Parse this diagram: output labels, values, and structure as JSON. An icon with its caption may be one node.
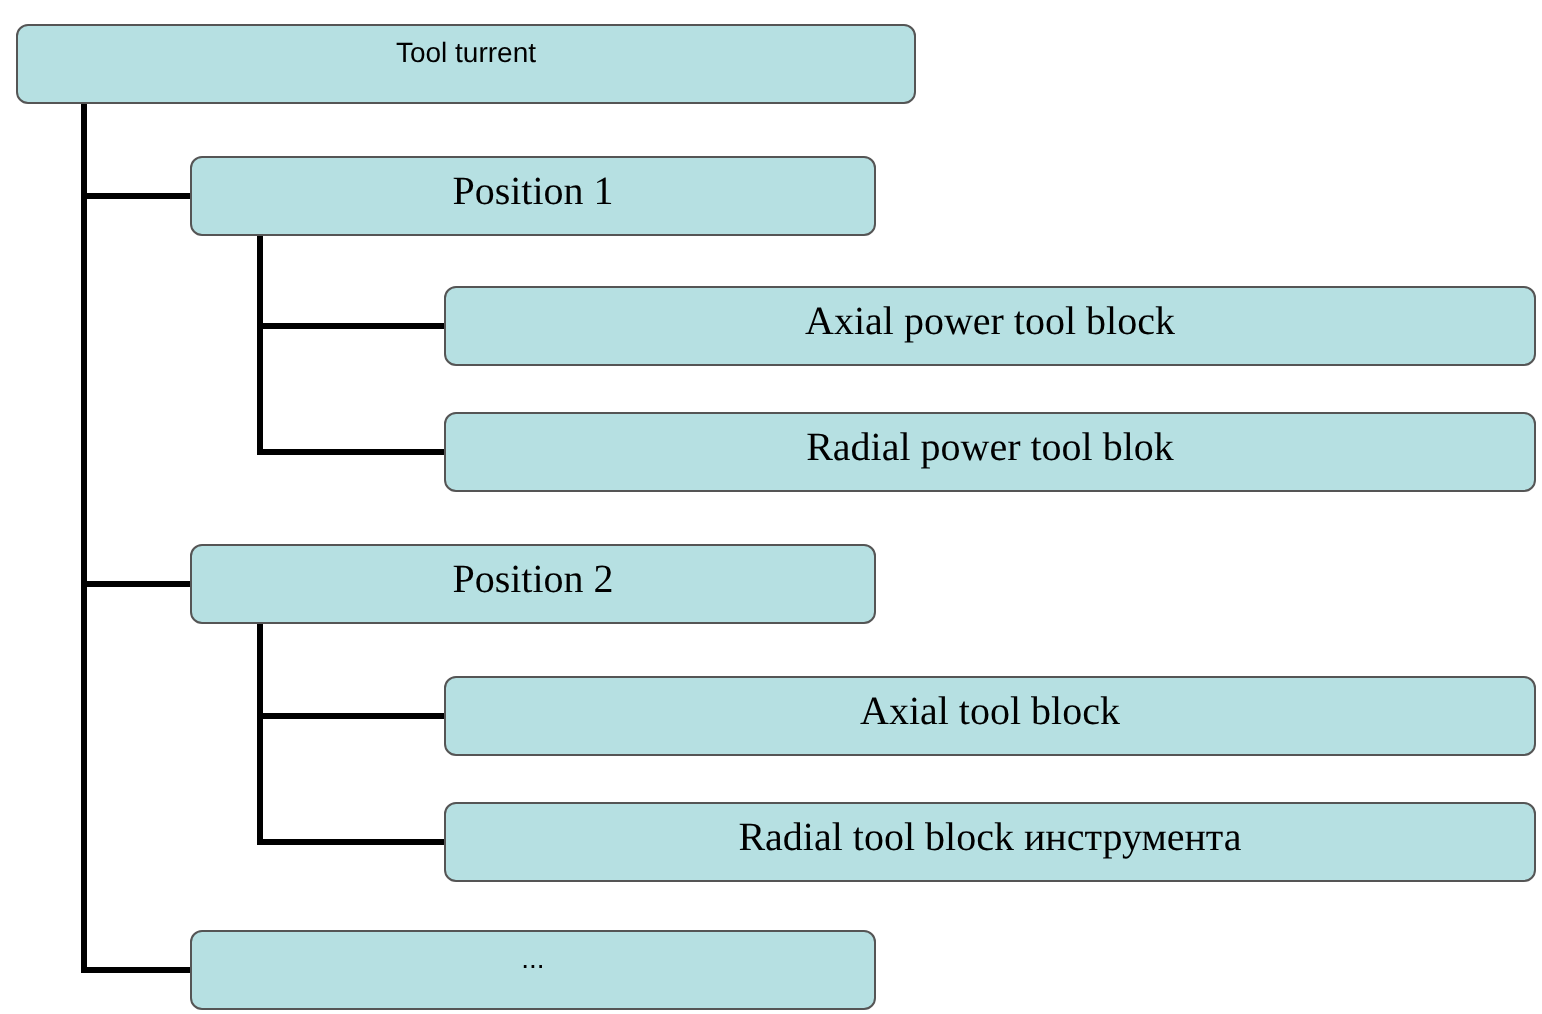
{
  "diagram": {
    "nodes": [
      {
        "text": [
          "Tool turrent"
        ]
      },
      {
        "text": [
          "Position  1"
        ]
      },
      {
        "text": [
          "Axial power tool block"
        ]
      },
      {
        "text": [
          "Radial power tool blok"
        ]
      },
      {
        "text": [
          "Position 2"
        ]
      },
      {
        "text": [
          "Axial tool block"
        ]
      },
      {
        "text": [
          "Radial tool block инструмента"
        ]
      },
      {
        "text": [
          "..."
        ]
      }
    ],
    "edges": [
      {
        "from": 0,
        "to": 1,
        "arrow": "none"
      },
      {
        "from": 0,
        "to": 4,
        "arrow": "none"
      },
      {
        "from": 0,
        "to": 7,
        "arrow": "none"
      },
      {
        "from": 1,
        "to": 2,
        "arrow": "none"
      },
      {
        "from": 1,
        "to": 3,
        "arrow": "none"
      },
      {
        "from": 4,
        "to": 5,
        "arrow": "none"
      },
      {
        "from": 4,
        "to": 6,
        "arrow": "none"
      }
    ]
  }
}
